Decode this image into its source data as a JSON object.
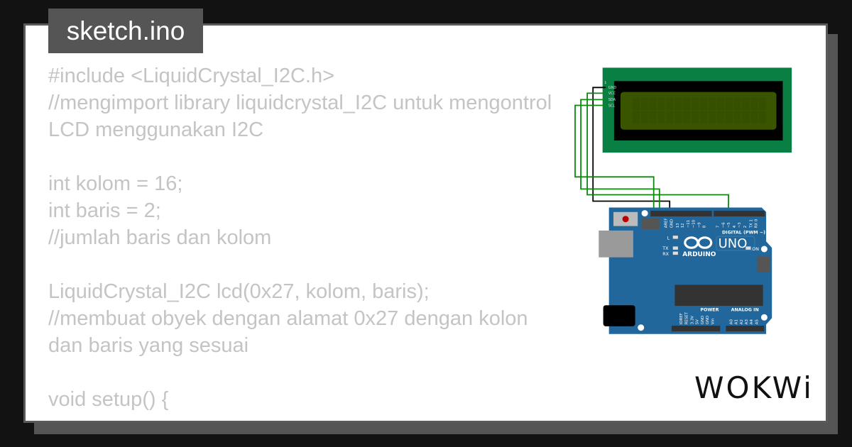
{
  "tab": {
    "filename": "sketch.ino"
  },
  "code_lines": [
    "#include <LiquidCrystal_I2C.h>",
    "//mengimport library liquidcrystal_I2C untuk mengontrol LCD menggunakan I2C",
    "",
    "int kolom = 16;",
    "int baris = 2;",
    "//jumlah baris dan kolom",
    "",
    "LiquidCrystal_I2C lcd(0x27, kolom, baris);",
    "//membuat obyek dengan alamat 0x27 dengan kolon dan baris yang sesuai",
    "",
    "void setup() {"
  ],
  "lcd": {
    "pins": [
      "GND",
      "VCC",
      "SDA",
      "SCL"
    ],
    "pin1_label": "1",
    "colors": {
      "pcb": "#0a7f44",
      "screen": "#3a5400"
    }
  },
  "arduino": {
    "brand": "ARDUINO",
    "model": "UNO",
    "digital_label": "DIGITAL (PWM ~)",
    "power_label": "POWER",
    "analog_label": "ANALOG IN",
    "on_label": "ON",
    "led_labels": [
      "L",
      "TX",
      "RX"
    ],
    "top_pins": [
      "AREF",
      "GND",
      "13",
      "12",
      "~11",
      "~10",
      "~9",
      "8",
      "7",
      "~6",
      "~5",
      "4",
      "~3",
      "2",
      "TX 1",
      "RX 0"
    ],
    "bottom_pins": [
      "IOREF",
      "RESET",
      "3.3V",
      "5V",
      "GND",
      "GND",
      "Vin",
      "A0",
      "A1",
      "A2",
      "A3",
      "A4",
      "A5"
    ],
    "color": "#22679b"
  },
  "wire_colors": {
    "gnd": "#000000",
    "signal": "#0a8a0a"
  },
  "logo": "WOKWi"
}
